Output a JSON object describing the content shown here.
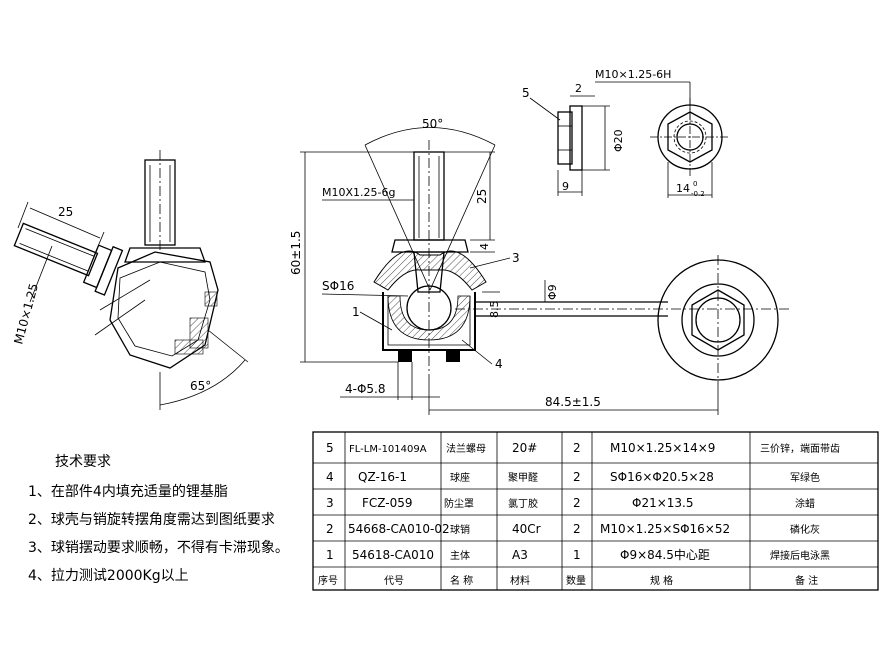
{
  "drawing": {
    "dims": {
      "d25_left": "25",
      "m10_left": "M10×1.25",
      "angle65": "65°",
      "angle50": "50°",
      "m10_thread": "M10X1.25-6g",
      "d25_top": "25",
      "d4": "4",
      "d60": "60±1.5",
      "s16": "SΦ16",
      "d9": "Φ9",
      "d8_5": "8.5",
      "d4_58": "4-Φ5.8",
      "d84_5": "84.5±1.5",
      "nut_thread": "M10×1.25-6H",
      "nut_2": "2",
      "nut_20": "Φ20",
      "nut_9": "9",
      "nut_14": "14",
      "nut_14_tol": "-0.2",
      "nut_14_tol_top": "0"
    },
    "balloons": {
      "b1": "1",
      "b3": "3",
      "b4": "4",
      "b5": "5"
    }
  },
  "notes": {
    "title": "技术要求",
    "items": [
      "1、在部件4内填充适量的锂基脂",
      "2、球壳与销旋转摆角度需达到图纸要求",
      "3、球销摆动要求顺畅，不得有卡滞现象。",
      "4、拉力测试2000Kg以上"
    ]
  },
  "bom": {
    "headers": [
      "序号",
      "代号",
      "名 称",
      "材料",
      "数量",
      "规 格",
      "备 注"
    ],
    "rows": [
      [
        "5",
        "FL-LM-101409A",
        "法兰螺母",
        "20#",
        "2",
        "M10×1.25×14×9",
        "三价锌，端面带齿"
      ],
      [
        "4",
        "QZ-16-1",
        "球座",
        "聚甲醛",
        "2",
        "SΦ16×Φ20.5×28",
        "军绿色"
      ],
      [
        "3",
        "FCZ-059",
        "防尘罩",
        "氯丁胶",
        "2",
        "Φ21×13.5",
        "涂蜡"
      ],
      [
        "2",
        "54668-CA010-02",
        "球销",
        "40Cr",
        "2",
        "M10×1.25×SΦ16×52",
        "磷化灰"
      ],
      [
        "1",
        "54618-CA010",
        "主体",
        "A3",
        "1",
        "Φ9×84.5中心距",
        "焊接后电泳黑"
      ]
    ]
  }
}
